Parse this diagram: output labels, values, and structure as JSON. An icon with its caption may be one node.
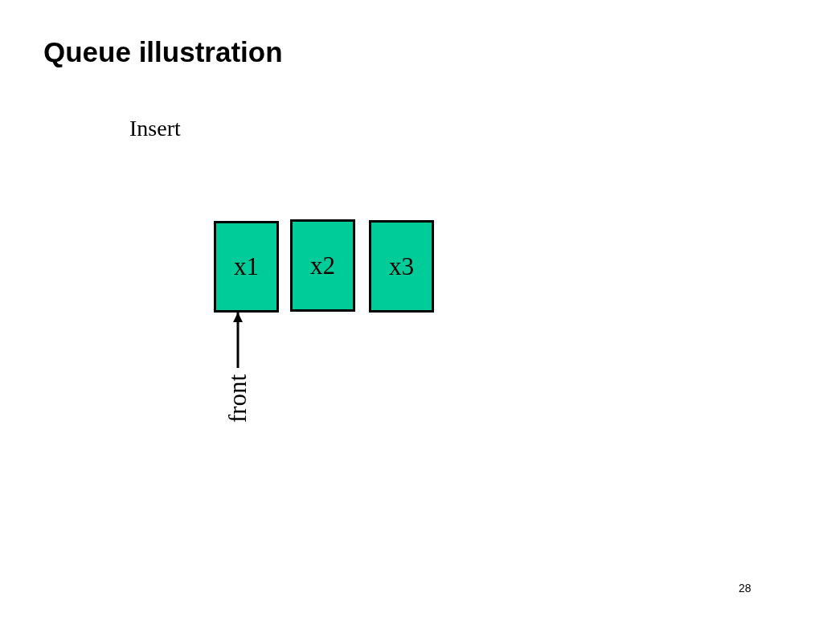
{
  "diagram": {
    "title": "Queue illustration",
    "nodes": [
      {
        "text": [
          "x1"
        ]
      },
      {
        "text": [
          "x2"
        ]
      },
      {
        "text": [
          "x3"
        ]
      },
      {
        "text": [
          "front"
        ]
      }
    ],
    "edges": [
      {
        "from": 3,
        "to": 0,
        "arrow": "to"
      }
    ],
    "labels": [
      "Insert",
      "28"
    ]
  }
}
